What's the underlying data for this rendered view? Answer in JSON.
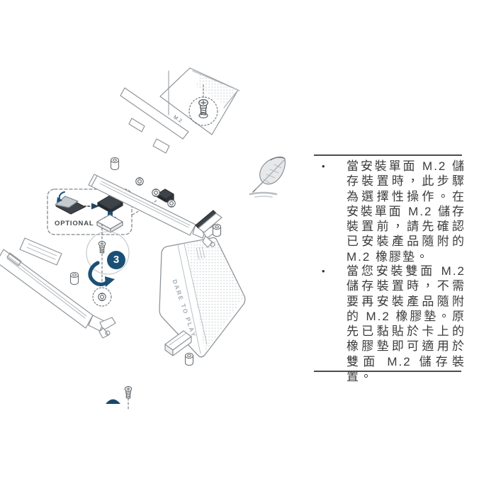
{
  "page": {
    "background": "#ffffff"
  },
  "diagram": {
    "step_badge": "3",
    "optional_label": "OPTIONAL",
    "m2_label": "M.2",
    "card_slogan": "DARE TO PLAY",
    "colors": {
      "accent_blue": "#1b5076",
      "line_gray": "#8f959a",
      "pad_dark": "#3e434a"
    }
  },
  "note": {
    "icon": "quill-pen-icon",
    "bullets": [
      {
        "marker": "•",
        "text": "當安裝單面 M.2 儲存裝置時，此步驟為選擇性操作。在安裝單面 M.2 儲存裝置前，請先確認已安裝產品隨附的 M.2 橡膠墊。"
      },
      {
        "marker": "•",
        "text": "當您安裝雙面 M.2 儲存裝置時，不需要再安裝產品隨附的 M.2 橡膠墊。原先已黏貼於卡上的橡膠墊即可適用於雙面 M.2 儲存裝置。"
      }
    ]
  }
}
